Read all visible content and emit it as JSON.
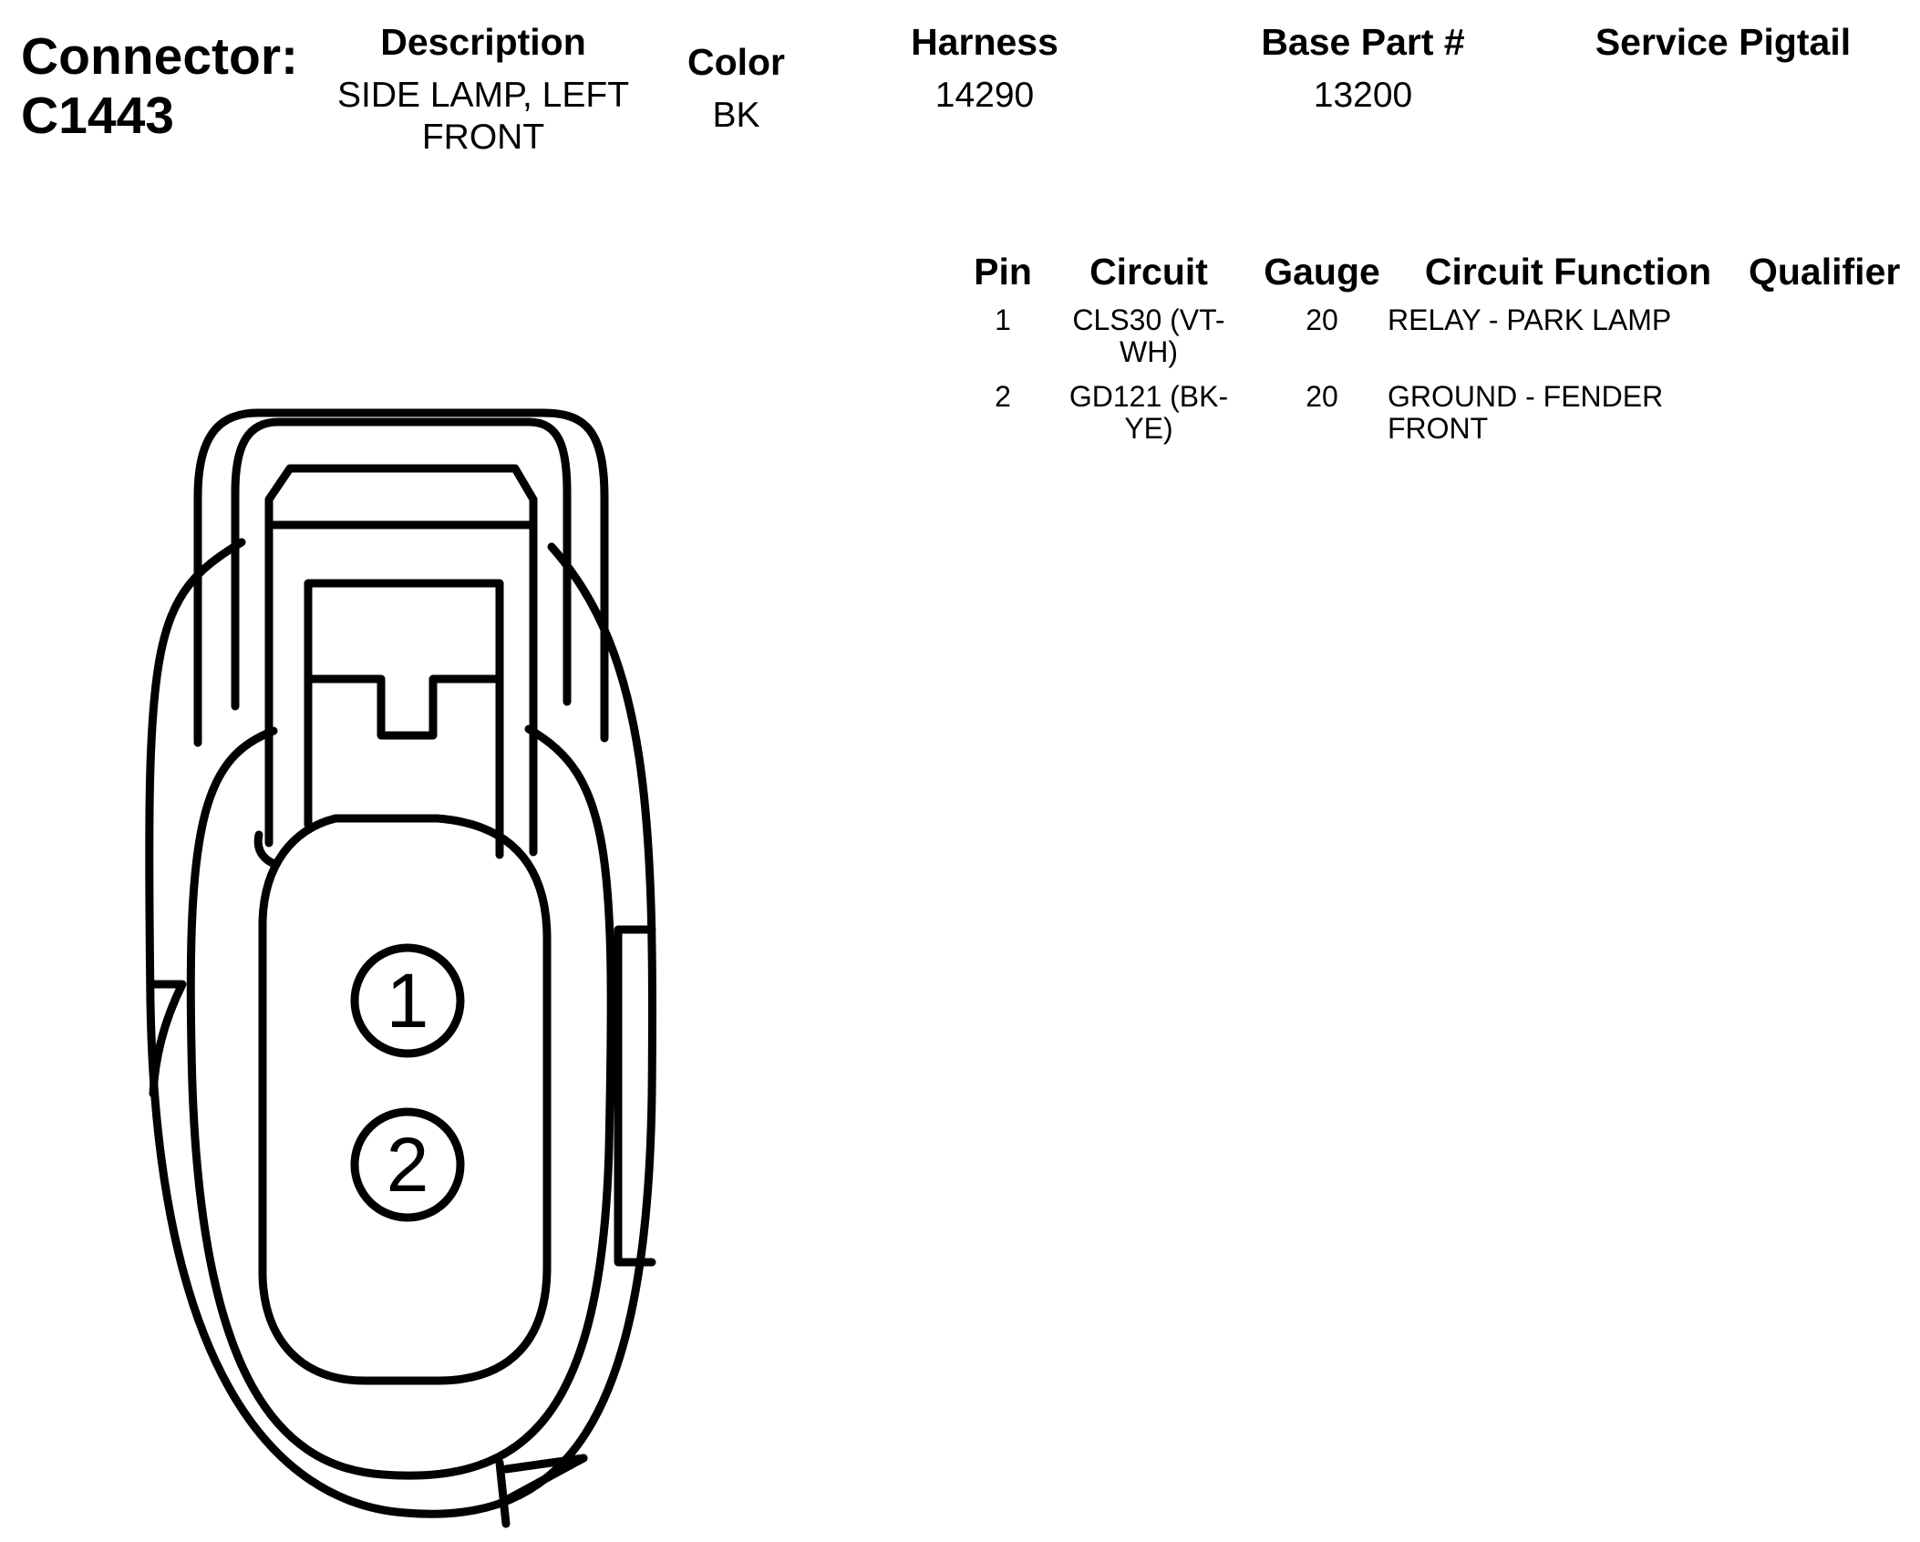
{
  "connector": {
    "title_label": "Connector:",
    "id": "C1443"
  },
  "header": {
    "description_label": "Description",
    "description_value_line1": "SIDE LAMP, LEFT",
    "description_value_line2": "FRONT",
    "color_label": "Color",
    "color_value": "BK",
    "harness_label": "Harness",
    "harness_value": "14290",
    "base_part_label": "Base Part #",
    "base_part_value": "13200",
    "service_pigtail_label": "Service Pigtail"
  },
  "pin_table": {
    "columns": [
      "Pin",
      "Circuit",
      "Gauge",
      "Circuit Function",
      "Qualifier"
    ],
    "rows": [
      {
        "pin": "1",
        "circuit_line1": "CLS30 (VT-",
        "circuit_line2": "WH)",
        "gauge": "20",
        "function_line1": "RELAY - PARK LAMP",
        "function_line2": "",
        "qualifier": ""
      },
      {
        "pin": "2",
        "circuit_line1": "GD121 (BK-",
        "circuit_line2": "YE)",
        "gauge": "20",
        "function_line1": "GROUND - FENDER",
        "function_line2": "FRONT",
        "qualifier": ""
      }
    ]
  },
  "diagram": {
    "pin_labels": [
      "1",
      "2"
    ]
  }
}
